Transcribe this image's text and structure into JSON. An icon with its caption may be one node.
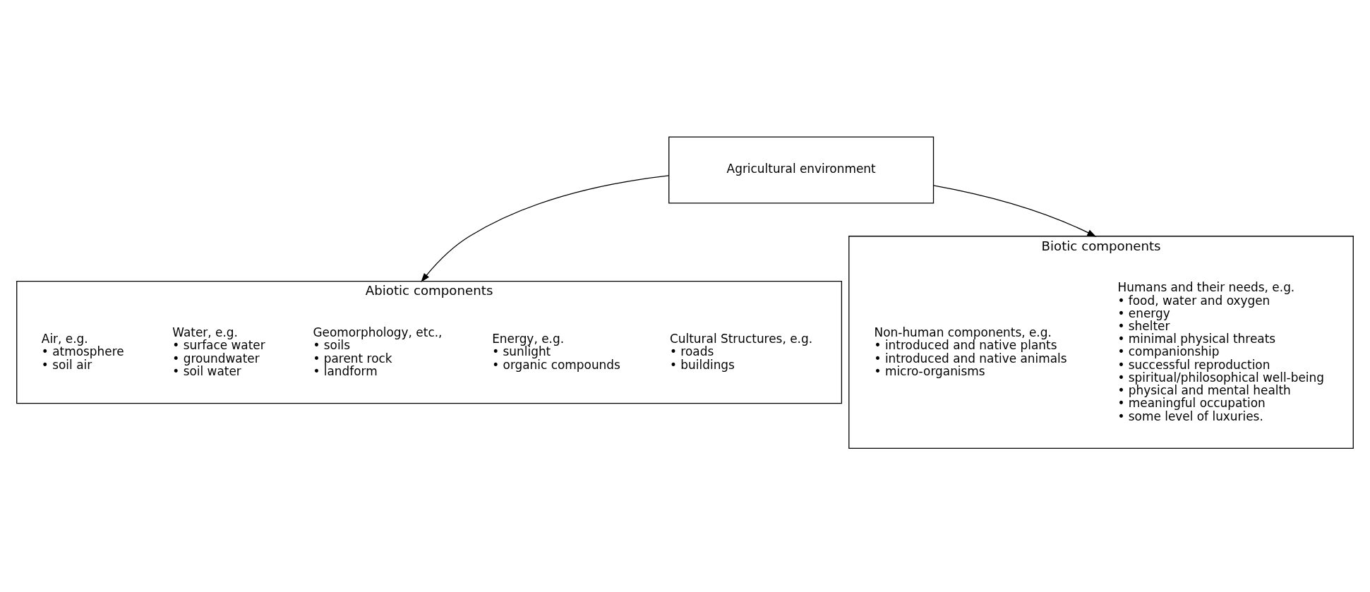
{
  "diagram": {
    "nodes": [
      {
        "text": [
          "Agricultural environment"
        ]
      },
      {
        "text": [
          "Abiotic components"
        ]
      },
      {
        "text": [
          "Air, e.g.",
          "• atmosphere",
          "• soil air"
        ],
        "in": 1
      },
      {
        "text": [
          "Water, e.g.",
          "• surface water",
          "• groundwater",
          "• soil water"
        ],
        "in": 1
      },
      {
        "text": [
          "Geomorphology, etc.,",
          "• soils",
          "• parent rock",
          "• landform"
        ],
        "in": 1
      },
      {
        "text": [
          "Energy, e.g.",
          "• sunlight",
          "• organic compounds"
        ],
        "in": 1
      },
      {
        "text": [
          "Cultural Structures, e.g.",
          "• roads",
          "• buildings"
        ],
        "in": 1
      },
      {
        "text": [
          "Biotic components"
        ]
      },
      {
        "text": [
          "Non-human components, e.g.",
          "• introduced and native plants",
          "• introduced and native animals",
          "• micro-organisms"
        ],
        "in": 7
      },
      {
        "text": [
          "Humans and their needs, e.g.",
          "• food, water and oxygen",
          "• energy",
          "• shelter",
          "• minimal physical threats",
          "• companionship",
          "• successful reproduction",
          "• spiritual/philosophical well-being",
          "• physical and mental health",
          "• meaningful occupation",
          "• some level of luxuries."
        ],
        "in": 7
      }
    ],
    "edges": [
      {
        "from": 0,
        "to": 1,
        "arrow": "to"
      },
      {
        "from": 0,
        "to": 7,
        "arrow": "to"
      }
    ]
  }
}
